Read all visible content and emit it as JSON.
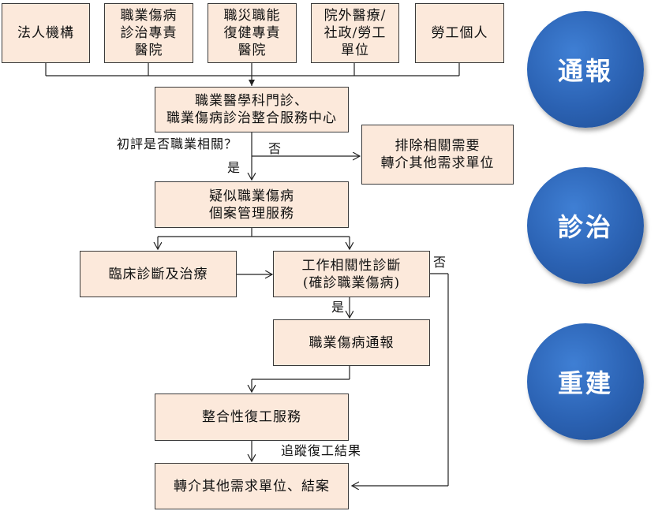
{
  "sources": {
    "legal_entity": "法人機構",
    "diagnosis_hospital": "職業傷病\n診治專責\n醫院",
    "rehab_hospital": "職災職能\n復健專責\n醫院",
    "external_units": "院外醫療/\n社政/勞工\n單位",
    "individual_worker": "勞工個人"
  },
  "center": "職業醫學科門診、\n職業傷病診治整合服務中心",
  "question": "初評是否職業相關？",
  "no_label": "否",
  "yes_label": "是",
  "exclude_box": "排除相關需要\n轉介其他需求單位",
  "case_management": "疑似職業傷病\n個案管理服務",
  "clinical": "臨床診斷及治療",
  "work_related": "工作相關性診斷\n(確診職業傷病)",
  "work_related_no": "否",
  "work_related_yes": "是",
  "report": "職業傷病通報",
  "return_to_work": "整合性復工服務",
  "track_label": "追蹤復工結果",
  "referral_close": "轉介其他需求單位、結案",
  "stages": {
    "report": "通報",
    "treat": "診治",
    "rebuild": "重建"
  },
  "colors": {
    "box_fill": "#fce9db",
    "circle_blue": "#2b62b3"
  }
}
